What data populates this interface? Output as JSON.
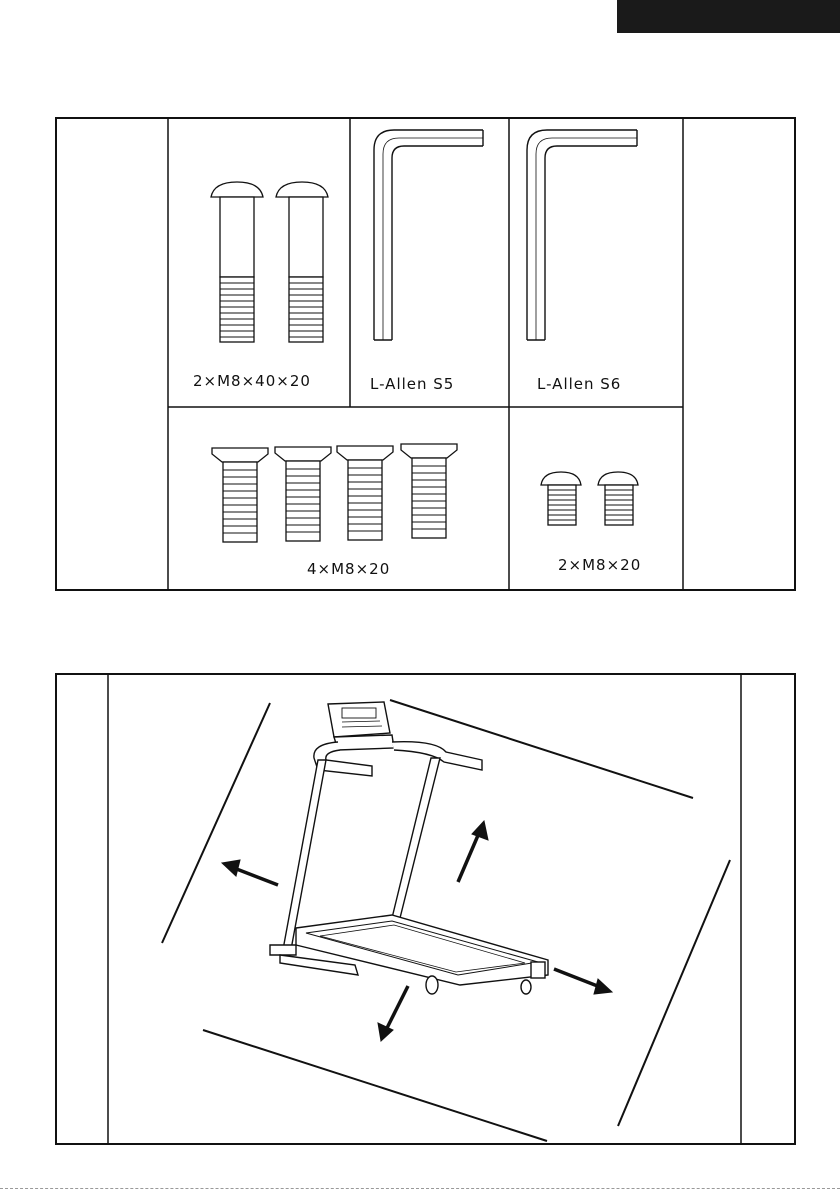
{
  "hardware": {
    "bolt_long_label": "2×M8×40×20",
    "allen_s5_label": "L-Allen S5",
    "allen_s6_label": "L-Allen S6",
    "countersunk_label": "4×M8×20",
    "button_head_label": "2×M8×20"
  },
  "colors": {
    "ink": "#111111",
    "header_tab": "#1a1a1a"
  }
}
